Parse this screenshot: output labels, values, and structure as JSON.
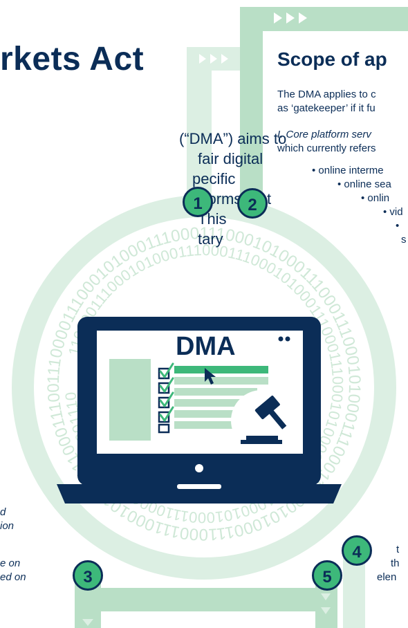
{
  "title_left": "rkets Act",
  "title_right": "Scope of ap",
  "intro_lines": [
    "(“DMA”) aims to",
    "fair digital",
    "pecific",
    "atforms that",
    "This",
    "tary"
  ],
  "scope_text": {
    "line1": "The DMA applies to c",
    "line2": "as ‘gatekeeper’ if it fu",
    "core_italic": "I. Core platform serv",
    "core_line2": "which currently refers"
  },
  "bullets": [
    "online interme",
    "online sea",
    "onlin",
    "vid",
    ""
  ],
  "bullet_tail": "s",
  "laptop_title": "DMA",
  "binary_ring_outer": "1110000111000101000111000111000101000111000111000101000111000111000101000111000111000101000111000111000101",
  "binary_ring_inner": "1100001110001010001110001110001010001110001110001010001110001110001010001110001110001010001110",
  "step_numbers": [
    "1",
    "2",
    "3",
    "4",
    "5"
  ],
  "left_fragments": [
    "d",
    "ion",
    "e on",
    "ed on"
  ],
  "right_fragments": [
    "t",
    "th",
    "elen"
  ],
  "colors": {
    "navy": "#0b2d57",
    "brand_green": "#3db87a",
    "pale_green": "#dcefe3",
    "mid_green": "#b9dfc6",
    "ring_text": "#cfe8d7"
  },
  "icons": [
    "play-arrows-icon",
    "cursor-icon",
    "gavel-icon",
    "checkmark-icon",
    "checkbox-icon"
  ]
}
